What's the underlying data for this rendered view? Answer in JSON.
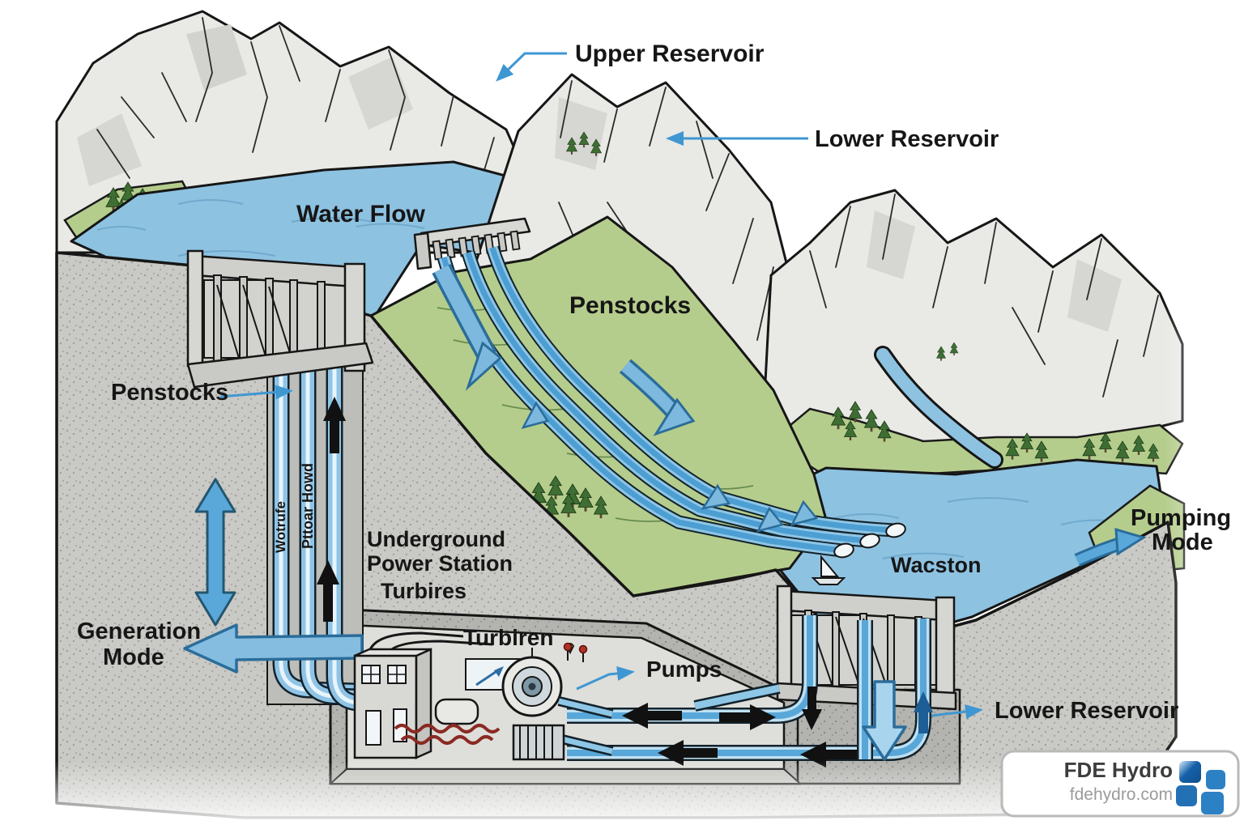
{
  "labels": {
    "upper_reservoir": "Upper Reservoir",
    "lower_reservoir_top": "Lower Reservoir",
    "water_flow": "Water Flow",
    "penstocks_slope": "Penstocks",
    "penstocks_left": "Penstocks",
    "pipe_text_left": "Wotrufe",
    "pipe_text_right": "Pttoar Howd",
    "underground_line1": "Underground",
    "underground_line2": "Power Station",
    "turbires": "Turbires",
    "turbiren": "Turbiren",
    "pumps": "Pumps",
    "generation_line1": "Generation",
    "generation_line2": "Mode",
    "pumping_line1": "Pumping",
    "pumping_line2": "Mode",
    "warston": "Wacston",
    "lower_reservoir_bottom": "Lower Reservoir"
  },
  "logo": {
    "brand": "FDE Hydro",
    "domain": "fdehydro.com"
  },
  "colors": {
    "water": "#8ec2e1",
    "pipe_core": "#58a7d8",
    "pipe_light": "#cfe7f5",
    "leader_blue": "#3f97d2",
    "arrow_black": "#111111",
    "rock": "#c9c9c5",
    "rock_dark": "#b6b6b2",
    "green": "#b5cd8c",
    "tree_green": "#3e6e33",
    "mountain": "#e9e9e6",
    "outline": "#161616",
    "label_text": "#161616",
    "logo_blue_dark": "#1561a9",
    "logo_blue": "#2c80c4",
    "logo_text": "#3d3d3d",
    "logo_subtext": "#9b9b9b"
  }
}
